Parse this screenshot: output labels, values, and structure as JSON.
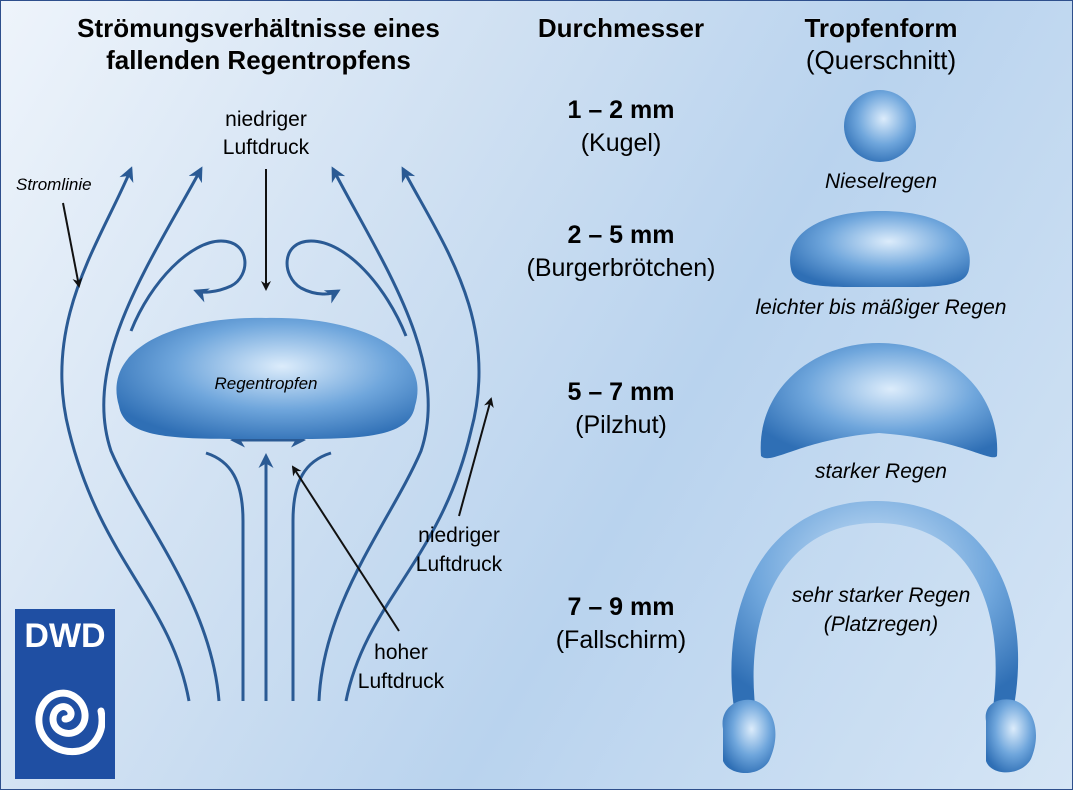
{
  "title_line1": "Strömungsverhältnisse eines",
  "title_line2": "fallenden Regentropfens",
  "col_diameter": "Durchmesser",
  "col_shape": "Tropfenform",
  "col_shape_sub": "(Querschnitt)",
  "flow": {
    "streamline_label": "Stromlinie",
    "low_top_l1": "niedriger",
    "low_top_l2": "Luftdruck",
    "drop_label": "Regentropfen",
    "low_side_l1": "niedriger",
    "low_side_l2": "Luftdruck",
    "high_l1": "hoher",
    "high_l2": "Luftdruck"
  },
  "rows": [
    {
      "size": "1 – 2 mm",
      "shape": "(Kugel)",
      "caption": "Nieselregen"
    },
    {
      "size": "2 – 5 mm",
      "shape": "(Burgerbrötchen)",
      "caption": "leichter bis mäßiger Regen"
    },
    {
      "size": "5 – 7 mm",
      "shape": "(Pilzhut)",
      "caption": "starker Regen"
    },
    {
      "size": "7 – 9 mm",
      "shape": "(Fallschirm)",
      "caption_l1": "sehr starker Regen",
      "caption_l2": "(Platzregen)"
    }
  ],
  "logo": {
    "text": "DWD",
    "color": "#1f4fa3"
  },
  "colors": {
    "drop_dark": "#2f6fb5",
    "drop_light": "#dcecfb",
    "flow_line": "#2a5a94"
  }
}
